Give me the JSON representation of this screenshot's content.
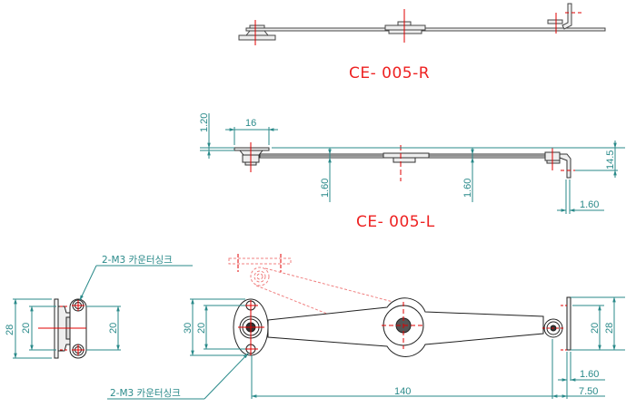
{
  "views": {
    "top_right": {
      "title": "CE- 005-R"
    },
    "top_left": {
      "title": "CE- 005-L"
    }
  },
  "dimensions": {
    "left_view_thickness": "1.20",
    "pivot_width": "16",
    "arm_thickness_a": "1.60",
    "arm_thickness_b": "1.60",
    "bracket_height": "14.5",
    "bracket_thickness": "1.60",
    "side_overall": "28",
    "side_hole_pitch": "20",
    "side_hole_pitch_right": "20",
    "plate_overall": "30",
    "plate_hole_pitch": "20",
    "end_hole_pitch": "20",
    "end_overall": "28",
    "end_thickness": "1.60",
    "end_offset": "7.50",
    "center_distance": "140"
  },
  "notes": {
    "countersink_top": "2-M3 카운터싱크",
    "countersink_bottom": "2-M3 카운터싱크"
  },
  "colors": {
    "dimension": "#2a8a8a",
    "centerline": "#e00000",
    "phantom": "#f08080",
    "outline": "#222222"
  }
}
